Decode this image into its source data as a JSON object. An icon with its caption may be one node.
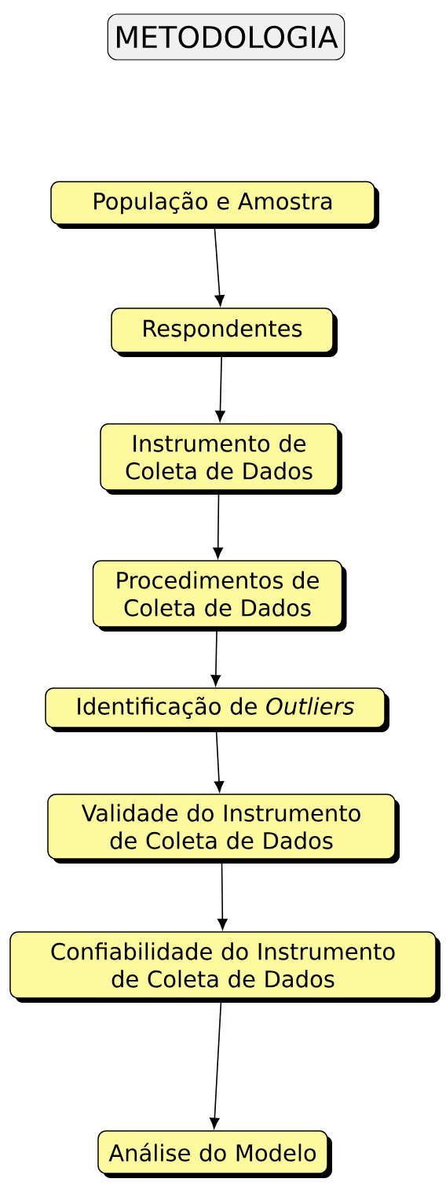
{
  "diagram": {
    "title": "METODOLOGIA",
    "nodes": [
      {
        "text": [
          "População e Amostra"
        ]
      },
      {
        "text": [
          "Respondentes"
        ]
      },
      {
        "text": [
          "Instrumento de Coleta de Dados"
        ]
      },
      {
        "text": [
          "Procedimentos de Coleta de Dados"
        ]
      },
      {
        "text": [
          "Identificação de *Outliers*"
        ]
      },
      {
        "text": [
          "Validade do Instrumento de Coleta de Dados"
        ]
      },
      {
        "text": [
          "Confiabilidade do Instrumento de Coleta de Dados"
        ]
      },
      {
        "text": [
          "Análise do Modelo"
        ]
      }
    ],
    "edges": [
      {
        "from": 0,
        "to": 1,
        "arrow": "to"
      },
      {
        "from": 1,
        "to": 2,
        "arrow": "to"
      },
      {
        "from": 2,
        "to": 3,
        "arrow": "to"
      },
      {
        "from": 3,
        "to": 4,
        "arrow": "to"
      },
      {
        "from": 4,
        "to": 5,
        "arrow": "to"
      },
      {
        "from": 5,
        "to": 6,
        "arrow": "to"
      },
      {
        "from": 6,
        "to": 7,
        "arrow": "to"
      }
    ]
  }
}
